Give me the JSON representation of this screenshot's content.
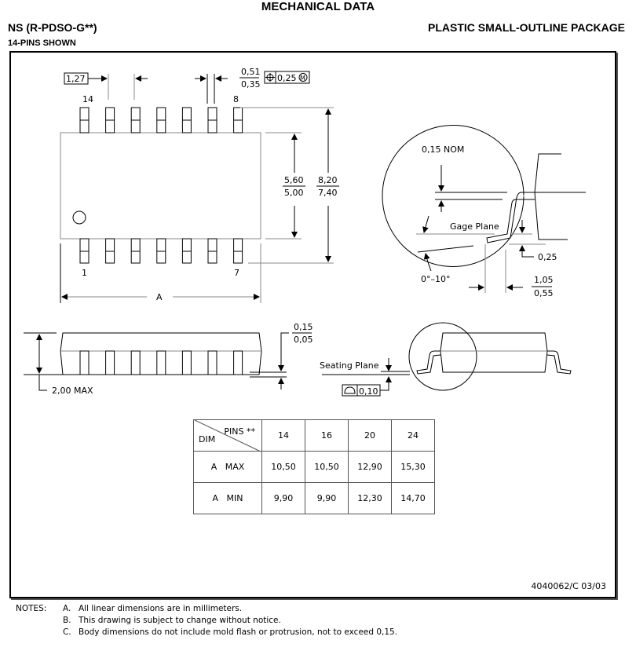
{
  "header": {
    "title": "MECHANICAL DATA",
    "package_code": "NS (R-PDSO-G**)",
    "package_name": "PLASTIC SMALL-OUTLINE PACKAGE",
    "pins_shown": "14-PINS SHOWN"
  },
  "top_view": {
    "pin_pitch": "1,27",
    "pin_width_max": "0,51",
    "pin_width_min": "0,35",
    "position_tolerance": "0,25",
    "tolerance_modifier": "M",
    "body_width_max": "5,60",
    "body_width_min": "5,00",
    "overall_width_max": "8,20",
    "overall_width_min": "7,40",
    "pin_labels": {
      "top_left": "14",
      "top_right": "8",
      "bottom_left": "1",
      "bottom_right": "7"
    },
    "length_label": "A"
  },
  "side_view": {
    "height_max": "2,00 MAX",
    "standoff_max": "0,15",
    "standoff_min": "0,05"
  },
  "detail_view": {
    "lead_thickness": "0,15 NOM",
    "gage_plane": "Gage Plane",
    "gage_height": "0,25",
    "angle": "0°–10°",
    "foot_length_max": "1,05",
    "foot_length_min": "0,55",
    "seating_plane": "Seating Plane",
    "coplanarity": "0,10"
  },
  "dim_table": {
    "header_pins": "PINS **",
    "header_dim": "DIM",
    "columns": [
      "14",
      "16",
      "20",
      "24"
    ],
    "rows": [
      {
        "label": "A   MAX",
        "values": [
          "10,50",
          "10,50",
          "12,90",
          "15,30"
        ]
      },
      {
        "label": "A   MIN",
        "values": [
          "9,90",
          "9,90",
          "12,30",
          "14,70"
        ]
      }
    ]
  },
  "doc_number": "4040062/C 03/03",
  "notes": {
    "label": "NOTES:",
    "items": [
      {
        "letter": "A.",
        "text": "All linear dimensions are in millimeters."
      },
      {
        "letter": "B.",
        "text": "This drawing is subject to change without notice."
      },
      {
        "letter": "C.",
        "text": "Body dimensions do not include mold flash or protrusion, not to exceed 0,15."
      }
    ]
  }
}
